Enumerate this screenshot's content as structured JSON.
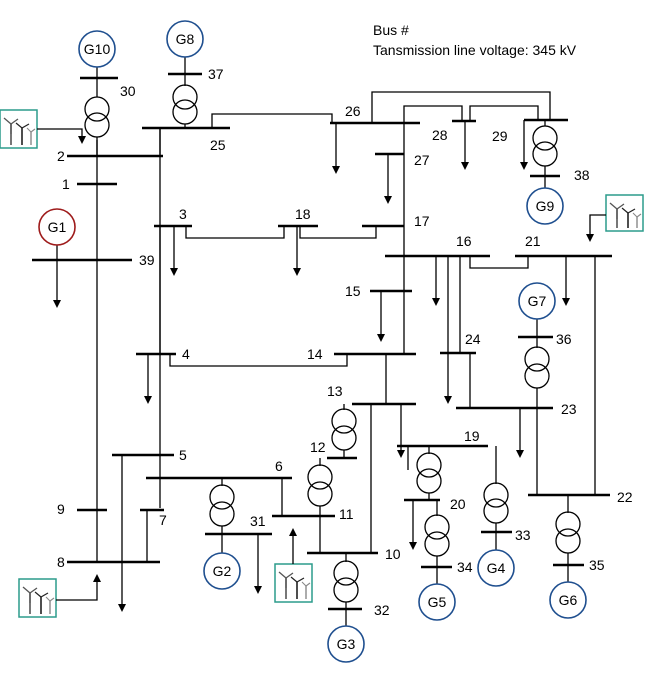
{
  "legend": {
    "bus_label": "Bus #",
    "voltage_label": "Tansmission line voltage: 345 kV"
  },
  "colors": {
    "generator_default": "#1f4f8f",
    "generator_highlight": "#9e1b1b",
    "wind_box": "#2c9c8c",
    "line": "#000000"
  },
  "icons": {
    "wind": "wind-turbine-icon",
    "load": "load-arrow-icon",
    "transformer": "transformer-icon"
  },
  "buses": [
    "1",
    "2",
    "3",
    "4",
    "5",
    "6",
    "7",
    "8",
    "9",
    "10",
    "11",
    "12",
    "13",
    "14",
    "15",
    "16",
    "17",
    "18",
    "19",
    "20",
    "21",
    "22",
    "23",
    "24",
    "25",
    "26",
    "27",
    "28",
    "29",
    "30",
    "31",
    "32",
    "33",
    "34",
    "35",
    "36",
    "37",
    "38",
    "39"
  ],
  "generators": [
    {
      "name": "G1",
      "bus": "39",
      "highlighted": true
    },
    {
      "name": "G2",
      "bus": "31"
    },
    {
      "name": "G3",
      "bus": "32"
    },
    {
      "name": "G4",
      "bus": "33"
    },
    {
      "name": "G5",
      "bus": "34"
    },
    {
      "name": "G6",
      "bus": "35"
    },
    {
      "name": "G7",
      "bus": "36"
    },
    {
      "name": "G8",
      "bus": "37"
    },
    {
      "name": "G9",
      "bus": "38"
    },
    {
      "name": "G10",
      "bus": "30"
    }
  ],
  "wind_farms": [
    "2",
    "8",
    "21",
    "31"
  ]
}
